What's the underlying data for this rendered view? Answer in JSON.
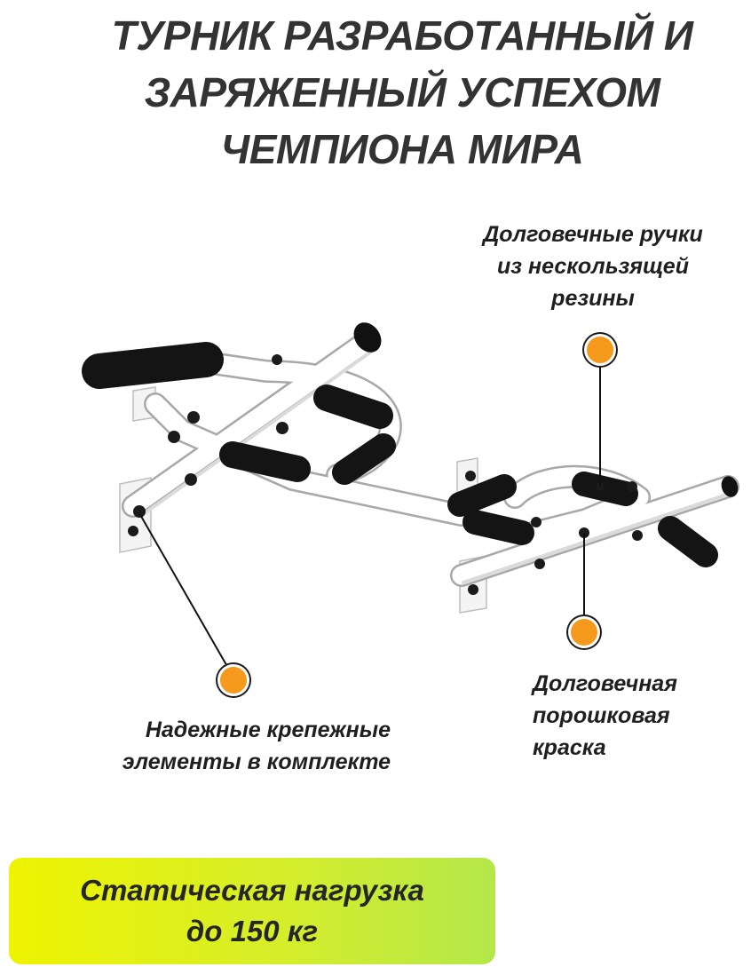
{
  "headline": {
    "lines": [
      "ТУРНИК РАЗРАБОТАННЫЙ И",
      "ЗАРЯЖЕННЫЙ УСПЕХОМ",
      "ЧЕМПИОНА МИРА"
    ]
  },
  "callouts": {
    "handles": {
      "lines": [
        "Долговечные ручки",
        "из нескользящей",
        "резины"
      ]
    },
    "paint": {
      "lines": [
        "Долговечная",
        "порошковая",
        "краска"
      ]
    },
    "fasteners": {
      "lines": [
        "Надежные крепежные",
        "элементы в комплекте"
      ]
    }
  },
  "banner": {
    "lines": [
      "Статическая нагрузка",
      "до 150 кг"
    ]
  },
  "colors": {
    "marker": "#f59a1c",
    "banner_start": "#eef300",
    "banner_end": "#b4e74a",
    "grip": "#141414",
    "frame": "#ffffff"
  }
}
